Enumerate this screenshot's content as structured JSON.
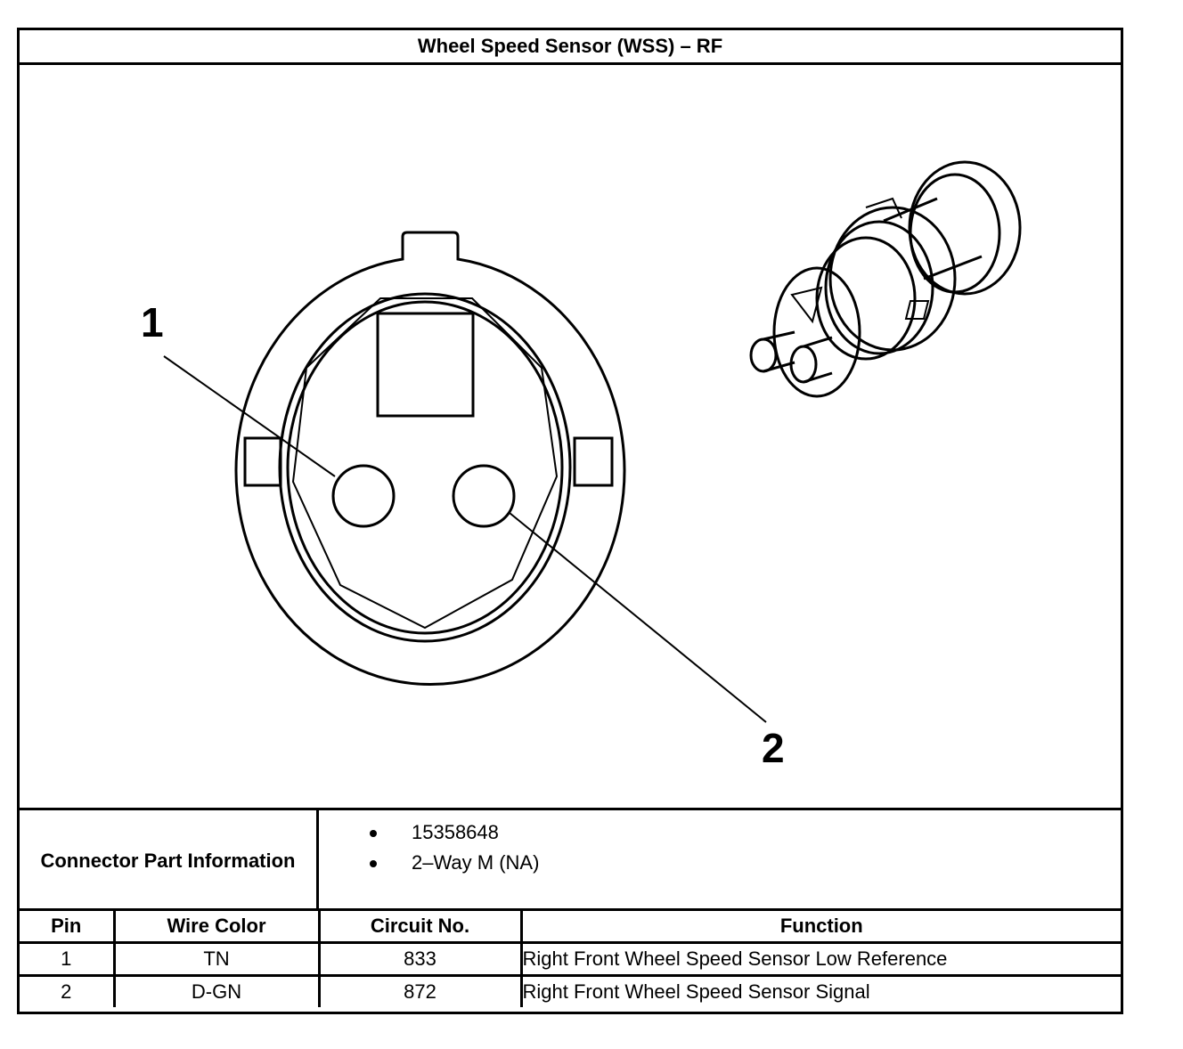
{
  "title": "Wheel Speed Sensor (WSS) – RF",
  "callouts": [
    "1",
    "2"
  ],
  "connector_info": {
    "label": "Connector Part Information",
    "items": [
      "15358648",
      "2–Way M (NA)"
    ]
  },
  "table": {
    "headers": [
      "Pin",
      "Wire Color",
      "Circuit No.",
      "Function"
    ],
    "rows": [
      {
        "pin": "1",
        "wire_color": "TN",
        "circuit": "833",
        "function": "Right Front Wheel Speed Sensor Low Reference"
      },
      {
        "pin": "2",
        "wire_color": "D-GN",
        "circuit": "872",
        "function": "Right Front Wheel Speed Sensor Signal"
      }
    ]
  }
}
